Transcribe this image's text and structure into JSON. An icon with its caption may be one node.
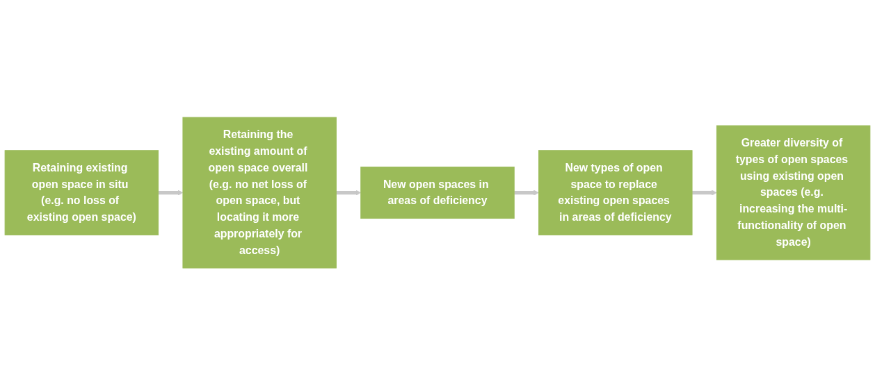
{
  "diagram": {
    "nodes": [
      {
        "text": [
          "Retaining existing open space in situ (e.g. no loss of existing open space)"
        ]
      },
      {
        "text": [
          "Retaining the existing amount of open space overall (e.g. no net loss of open space, but locating it more appropriately for access)"
        ]
      },
      {
        "text": [
          "New open spaces in areas of deficiency"
        ]
      },
      {
        "text": [
          "New types of open space to replace existing open spaces in areas of deficiency"
        ]
      },
      {
        "text": [
          "Greater diversity of types of open spaces using existing open spaces (e.g. increasing the multi-functionality of open space)"
        ]
      }
    ],
    "edges": [
      {
        "from": 0,
        "to": 1,
        "arrow": "to"
      },
      {
        "from": 1,
        "to": 2,
        "arrow": "to"
      },
      {
        "from": 2,
        "to": 3,
        "arrow": "to"
      },
      {
        "from": 3,
        "to": 4,
        "arrow": "to"
      }
    ]
  }
}
